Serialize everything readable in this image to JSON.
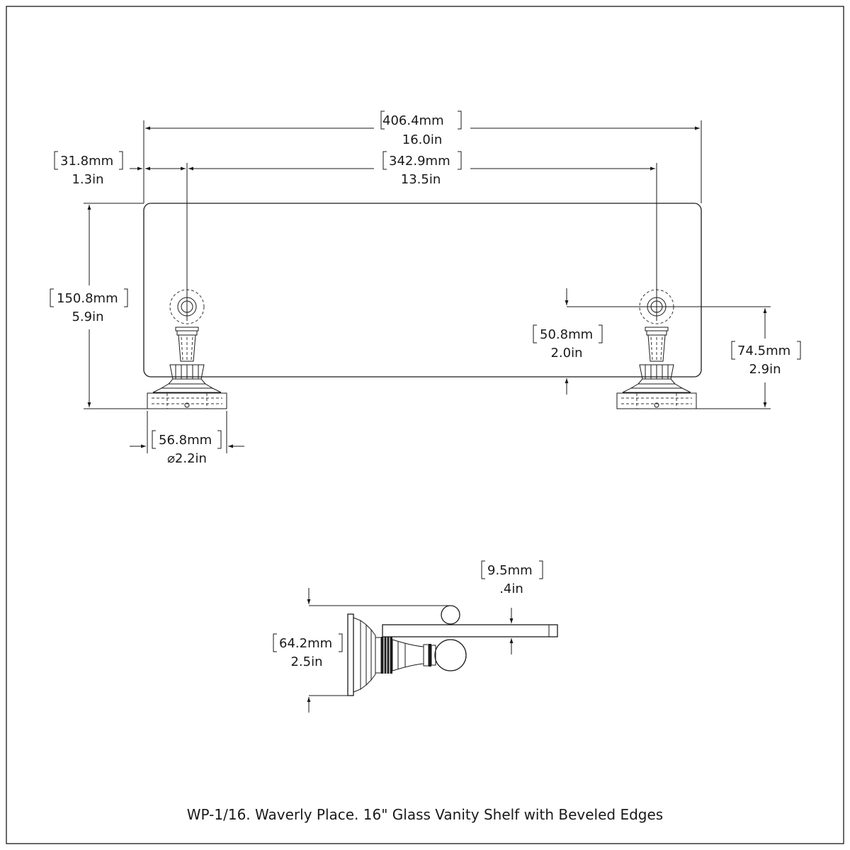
{
  "caption": "WP-1/16. Waverly Place. 16\" Glass Vanity Shelf with Beveled Edges",
  "dimensions": {
    "overall_width": {
      "mm": "406.4mm",
      "inch": "16.0in"
    },
    "edge_offset": {
      "mm": "31.8mm",
      "inch": "1.3in"
    },
    "post_spacing": {
      "mm": "342.9mm",
      "inch": "13.5in"
    },
    "total_height": {
      "mm": "150.8mm",
      "inch": "5.9in"
    },
    "glass_offset": {
      "mm": "50.8mm",
      "inch": "2.0in"
    },
    "mount_height": {
      "mm": "74.5mm",
      "inch": "2.9in"
    },
    "base_diameter": {
      "mm": "56.8mm",
      "inch": "⌀2.2in"
    },
    "glass_thickness": {
      "mm": "9.5mm",
      "inch": ".4in"
    },
    "projection": {
      "mm": "64.2mm",
      "inch": "2.5in"
    }
  },
  "colors": {
    "line": "#1a1a1a",
    "background": "#ffffff"
  }
}
